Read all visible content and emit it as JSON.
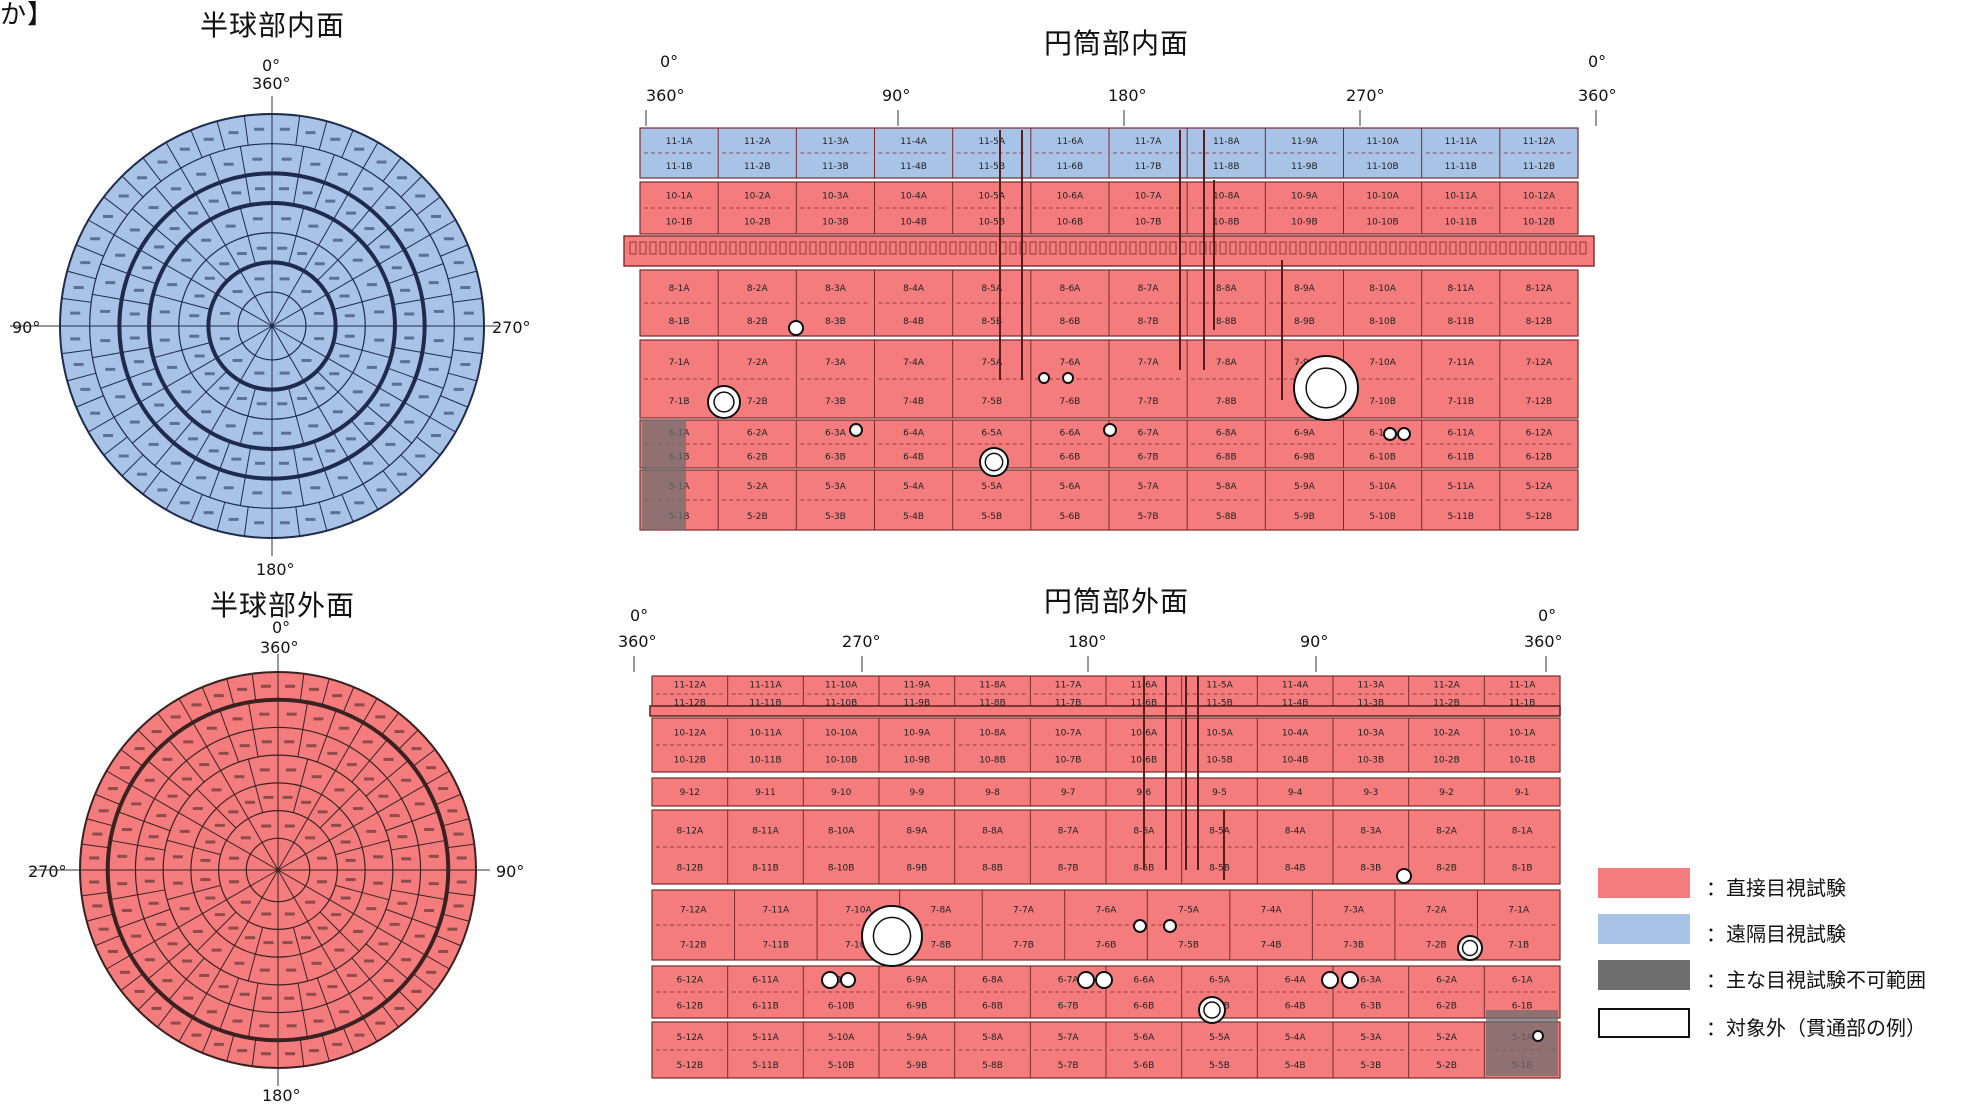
{
  "corner_mark": "か】",
  "colors": {
    "direct": "#f47c7c",
    "remote": "#a9c3e6",
    "not_possible": "#6e6e6e",
    "line": "#1e2b4e"
  },
  "hemi_inner": {
    "title": "半球部内面",
    "deg_top_a": "0°",
    "deg_top_b": "360°",
    "deg_left": "90°",
    "deg_right": "270°",
    "deg_bottom": "180°"
  },
  "hemi_outer": {
    "title": "半球部外面",
    "deg_top_a": "0°",
    "deg_top_b": "360°",
    "deg_left": "270°",
    "deg_right": "90°",
    "deg_bottom": "180°"
  },
  "cyl_inner": {
    "title": "円筒部内面",
    "deg_left_a": "0°",
    "deg_left_b": "360°",
    "deg_90": "90°",
    "deg_180": "180°",
    "deg_270": "270°",
    "deg_right_a": "0°",
    "deg_right_b": "360°",
    "rows": [
      {
        "cells": [
          "11-1A",
          "11-2A",
          "11-3A",
          "11-4A",
          "11-5A",
          "11-6A",
          "11-7A",
          "11-8A",
          "11-9A",
          "11-10A",
          "11-11A",
          "11-12A"
        ],
        "cells_b": [
          "11-1B",
          "11-2B",
          "11-3B",
          "11-4B",
          "11-5B",
          "11-6B",
          "11-7B",
          "11-8B",
          "11-9B",
          "11-10B",
          "11-11B",
          "11-12B"
        ]
      },
      {
        "cells": [
          "10-1A",
          "10-2A",
          "10-3A",
          "10-4A",
          "10-5A",
          "10-6A",
          "10-7A",
          "10-8A",
          "10-9A",
          "10-10A",
          "10-11A",
          "10-12A"
        ],
        "cells_b": [
          "10-1B",
          "10-2B",
          "10-3B",
          "10-4B",
          "10-5B",
          "10-6B",
          "10-7B",
          "10-8B",
          "10-9B",
          "10-10B",
          "10-11B",
          "10-12B"
        ]
      },
      {
        "cells": [
          "8-1A",
          "8-2A",
          "8-3A",
          "8-4A",
          "8-5A",
          "8-6A",
          "8-7A",
          "8-8A",
          "8-9A",
          "8-10A",
          "8-11A",
          "8-12A"
        ],
        "cells_b": [
          "8-1B",
          "8-2B",
          "8-3B",
          "8-4B",
          "8-5B",
          "8-6B",
          "8-7B",
          "8-8B",
          "8-9B",
          "8-10B",
          "8-11B",
          "8-12B"
        ]
      },
      {
        "cells": [
          "7-1A",
          "7-2A",
          "7-3A",
          "7-4A",
          "7-5A",
          "7-6A",
          "7-7A",
          "7-8A",
          "7-9A",
          "7-10A",
          "7-11A",
          "7-12A"
        ],
        "cells_b": [
          "7-1B",
          "7-2B",
          "7-3B",
          "7-4B",
          "7-5B",
          "7-6B",
          "7-7B",
          "7-8B",
          "7-9B",
          "7-10B",
          "7-11B",
          "7-12B"
        ]
      },
      {
        "cells": [
          "6-1A",
          "6-2A",
          "6-3A",
          "6-4A",
          "6-5A",
          "6-6A",
          "6-7A",
          "6-8A",
          "6-9A",
          "6-10A",
          "6-11A",
          "6-12A"
        ],
        "cells_b": [
          "6-1B",
          "6-2B",
          "6-3B",
          "6-4B",
          "6-5B",
          "6-6B",
          "6-7B",
          "6-8B",
          "6-9B",
          "6-10B",
          "6-11B",
          "6-12B"
        ]
      },
      {
        "cells": [
          "5-1A",
          "5-2A",
          "5-3A",
          "5-4A",
          "5-5A",
          "5-6A",
          "5-7A",
          "5-8A",
          "5-9A",
          "5-10A",
          "5-11A",
          "5-12A"
        ],
        "cells_b": [
          "5-1B",
          "5-2B",
          "5-3B",
          "5-4B",
          "5-5B",
          "5-6B",
          "5-7B",
          "5-8B",
          "5-9B",
          "5-10B",
          "5-11B",
          "5-12B"
        ]
      }
    ]
  },
  "cyl_outer": {
    "title": "円筒部外面",
    "deg_left_a": "0°",
    "deg_left_b": "360°",
    "deg_270": "270°",
    "deg_180": "180°",
    "deg_90": "90°",
    "deg_right_a": "0°",
    "deg_right_b": "360°",
    "rows": [
      {
        "cells": [
          "11-12A",
          "11-11A",
          "11-10A",
          "11-9A",
          "11-8A",
          "11-7A",
          "11-6A",
          "11-5A",
          "11-4A",
          "11-3A",
          "11-2A",
          "11-1A"
        ],
        "cells_b": [
          "11-12B",
          "11-11B",
          "11-10B",
          "11-9B",
          "11-8B",
          "11-7B",
          "11-6B",
          "11-5B",
          "11-4B",
          "11-3B",
          "11-2B",
          "11-1B"
        ]
      },
      {
        "cells": [
          "10-12A",
          "10-11A",
          "10-10A",
          "10-9A",
          "10-8A",
          "10-7A",
          "10-6A",
          "10-5A",
          "10-4A",
          "10-3A",
          "10-2A",
          "10-1A"
        ],
        "cells_b": [
          "10-12B",
          "10-11B",
          "10-10B",
          "10-9B",
          "10-8B",
          "10-7B",
          "10-6B",
          "10-5B",
          "10-4B",
          "10-3B",
          "10-2B",
          "10-1B"
        ]
      },
      {
        "cells": [
          "9-12",
          "9-11",
          "9-10",
          "9-9",
          "9-8",
          "9-7",
          "9-6",
          "9-5",
          "9-4",
          "9-3",
          "9-2",
          "9-1"
        ],
        "cells_b": []
      },
      {
        "cells": [
          "8-12A",
          "8-11A",
          "8-10A",
          "8-9A",
          "8-8A",
          "8-7A",
          "8-6A",
          "8-5A",
          "8-4A",
          "8-3A",
          "8-2A",
          "8-1A"
        ],
        "cells_b": [
          "8-12B",
          "8-11B",
          "8-10B",
          "8-9B",
          "8-8B",
          "8-7B",
          "8-6B",
          "8-5B",
          "8-4B",
          "8-3B",
          "8-2B",
          "8-1B"
        ]
      },
      {
        "cells": [
          "7-12A",
          "7-11A",
          "7-10A",
          "7-8A",
          "7-7A",
          "7-6A",
          "7-5A",
          "7-4A",
          "7-3A",
          "7-2A",
          "7-1A"
        ],
        "cells_b": [
          "7-12B",
          "7-11B",
          "7-10B",
          "7-8B",
          "7-7B",
          "7-6B",
          "7-5B",
          "7-4B",
          "7-3B",
          "7-2B",
          "7-1B"
        ]
      },
      {
        "cells": [
          "6-12A",
          "6-11A",
          "6-10A",
          "6-9A",
          "6-8A",
          "6-7A",
          "6-6A",
          "6-5A",
          "6-4A",
          "6-3A",
          "6-2A",
          "6-1A"
        ],
        "cells_b": [
          "6-12B",
          "6-11B",
          "6-10B",
          "6-9B",
          "6-8B",
          "6-7B",
          "6-6B",
          "6-5B",
          "6-4B",
          "6-3B",
          "6-2B",
          "6-1B"
        ]
      },
      {
        "cells": [
          "5-12A",
          "5-11A",
          "5-10A",
          "5-9A",
          "5-8A",
          "5-7A",
          "5-6A",
          "5-5A",
          "5-4A",
          "5-3A",
          "5-2A",
          "5-1A"
        ],
        "cells_b": [
          "5-12B",
          "5-11B",
          "5-10B",
          "5-9B",
          "5-8B",
          "5-7B",
          "5-6B",
          "5-5B",
          "5-4B",
          "5-3B",
          "5-2B",
          "5-1B"
        ]
      }
    ]
  },
  "legend": {
    "direct": "：直接目視試験",
    "remote": "：遠隔目視試験",
    "not_possible": "：主な目視試験不可範囲",
    "excluded": "：対象外（貫通部の例）"
  }
}
